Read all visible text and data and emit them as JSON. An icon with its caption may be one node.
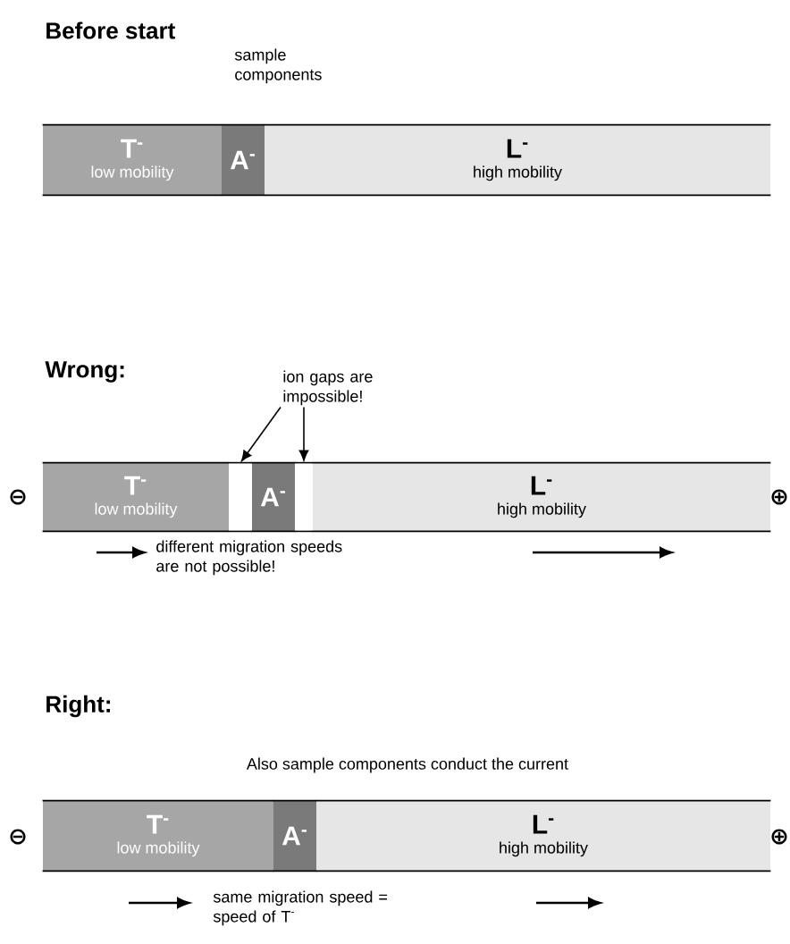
{
  "diagram": {
    "nodes": [
      {
        "text": [
          "T$^{-}$",
          "low mobility"
        ]
      },
      {
        "text": [
          "A$^{-}$"
        ]
      },
      {
        "text": [
          "L$^{-}$",
          "high mobility"
        ]
      },
      {
        "text": [
          "T$^{-}$",
          "low mobility"
        ]
      },
      {
        "text": [],
        "shape": "box"
      },
      {
        "text": [
          "A$^{-}$"
        ]
      },
      {
        "text": [],
        "shape": "box"
      },
      {
        "text": [
          "L$^{-}$",
          "high mobility"
        ]
      },
      {
        "text": [
          "ion gaps are impossible!"
        ]
      },
      {
        "text": [
          "T$^{-}$",
          "low mobility"
        ]
      },
      {
        "text": [
          "A$^{-}$"
        ]
      },
      {
        "text": [
          "L$^{-}$",
          "high mobility"
        ]
      }
    ],
    "edges": [
      {
        "from": 8,
        "to": 4,
        "arrow": "to"
      },
      {
        "from": 8,
        "to": 6,
        "arrow": "to"
      }
    ],
    "labels": [
      "Before start",
      "sample components",
      "Wrong:",
      "⊖",
      "⊕",
      "different migration speeds are not possible!",
      "Right:",
      "Also sample components conduct the current",
      "⊖",
      "⊕",
      "same migration speed = speed of T$^{-}$"
    ]
  }
}
